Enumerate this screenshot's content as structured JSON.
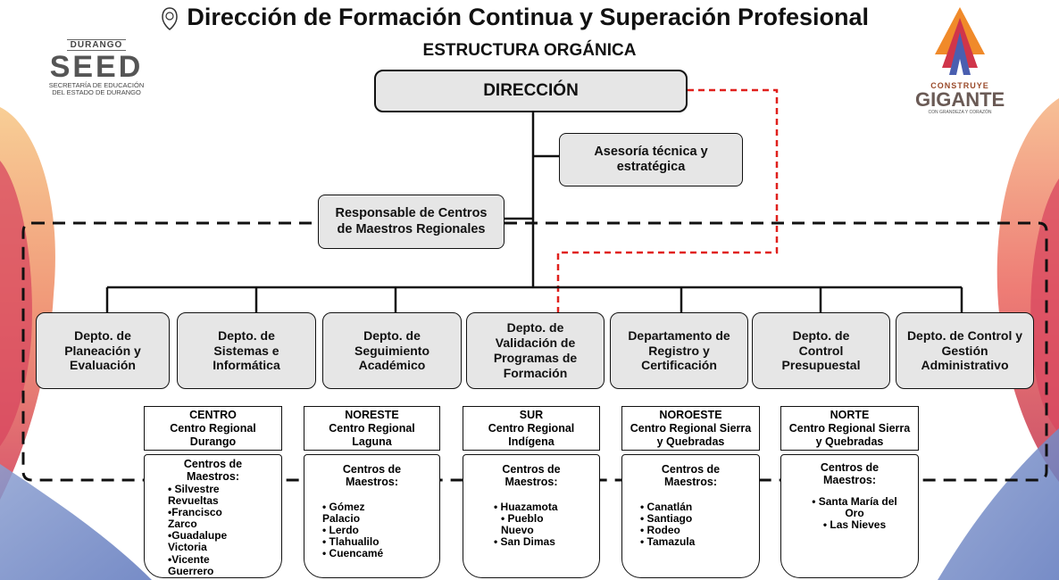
{
  "header": {
    "title": "Dirección de Formación Continua y Superación Profesional",
    "subtitle": "ESTRUCTURA ORGÁNICA"
  },
  "logos": {
    "left": {
      "state": "DURANGO",
      "name": "SEED",
      "line1": "SECRETARÍA DE EDUCACIÓN",
      "line2": "DEL ESTADO DE DURANGO"
    },
    "right": {
      "top": "CONSTRUYE",
      "name": "GIGANTE",
      "bottom": "CON GRANDEZA Y CORAZÓN"
    }
  },
  "org": {
    "direccion": "DIRECCIÓN",
    "asesoria": "Asesoría técnica y estratégica",
    "responsable": "Responsable de Centros de Maestros Regionales",
    "departments": [
      "Depto. de Planeación y Evaluación",
      "Depto. de Sistemas e Informática",
      "Depto. de Seguimiento Académico",
      "Depto. de Validación de Programas de Formación",
      "Departamento de Registro y Certificación",
      "Depto. de Control Presupuestal",
      "Depto. de Control y Gestión Administrativo"
    ],
    "regions": [
      {
        "zone": "CENTRO",
        "name": "Centro Regional Durango",
        "centros_label": "Centros de Maestros:",
        "items": [
          "• Silvestre Revueltas",
          "•Francisco Zarco",
          "•Guadalupe Victoria",
          "•Vicente Guerrero"
        ]
      },
      {
        "zone": "NORESTE",
        "name": "Centro Regional Laguna",
        "centros_label": "Centros de Maestros:",
        "items": [
          "• Gómez Palacio",
          "• Lerdo",
          "• Tlahualilo",
          "• Cuencamé"
        ]
      },
      {
        "zone": "SUR",
        "name": "Centro Regional Indígena",
        "centros_label": "Centros de Maestros:",
        "items": [
          "• Huazamota",
          "• Pueblo Nuevo",
          "• San Dimas"
        ]
      },
      {
        "zone": "NOROESTE",
        "name": "Centro Regional Sierra y Quebradas",
        "centros_label": "Centros de Maestros:",
        "items": [
          "• Canatlán",
          "• Santiago",
          "• Rodeo",
          "• Tamazula"
        ]
      },
      {
        "zone": "NORTE",
        "name": "Centro Regional Sierra y Quebradas",
        "centros_label": "Centros de Maestros:",
        "items": [
          "• Santa María del Oro",
          "• Las Nieves"
        ]
      }
    ]
  },
  "colors": {
    "dashed_red": "#e0201c",
    "box_fill": "#e6e6e6"
  }
}
